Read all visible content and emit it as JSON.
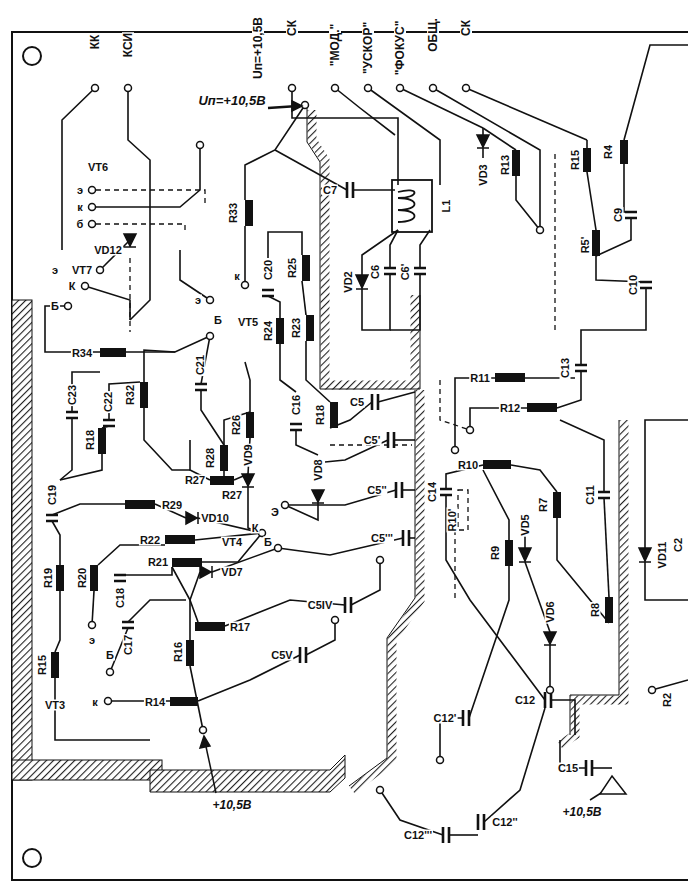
{
  "diagram": {
    "labels": [
      "КК",
      "КСИ",
      "Uп=+10,5В",
      "СК",
      "\"МОД.\"",
      "\"УСКОР\"",
      "\"ФОКУС\"",
      "ОБЩ.",
      "СК",
      "Uп=+10,5В",
      "VT6",
      "э",
      "к",
      "б",
      "VD12",
      "э",
      "VT7",
      "К",
      "Б",
      "R34",
      "R33",
      "C7",
      "L1",
      "VD2",
      "C6",
      "C6'",
      "VD3",
      "R13",
      "R15",
      "R4",
      "C9",
      "R5'",
      "C10",
      "C13",
      "R11",
      "R12",
      "R10",
      "C14",
      "R10'",
      "R9",
      "VD5",
      "R7",
      "C11",
      "VD6",
      "R8",
      "VD11",
      "C2",
      "R2",
      "C15",
      "+10,5В",
      "C12",
      "C12'",
      "C12''",
      "C12'''",
      "C5",
      "C5'",
      "C5''",
      "C5'''",
      "C5IV",
      "C5V",
      "VD8",
      "R23",
      "R24",
      "C20",
      "R25",
      "C16",
      "R18",
      "VD9",
      "R26",
      "R28",
      "R27",
      "R27",
      "R29",
      "VD10",
      "Э",
      "К",
      "VT4",
      "Б",
      "э",
      "к",
      "Б",
      "VT5",
      "C21",
      "R32",
      "C22",
      "C23",
      "R18",
      "C19",
      "R22",
      "R21",
      "VD7",
      "R19",
      "R20",
      "C18",
      "C17",
      "R17",
      "R16",
      "R15",
      "R14",
      "э",
      "Б",
      "VT3",
      "к",
      "+10,5В"
    ]
  }
}
